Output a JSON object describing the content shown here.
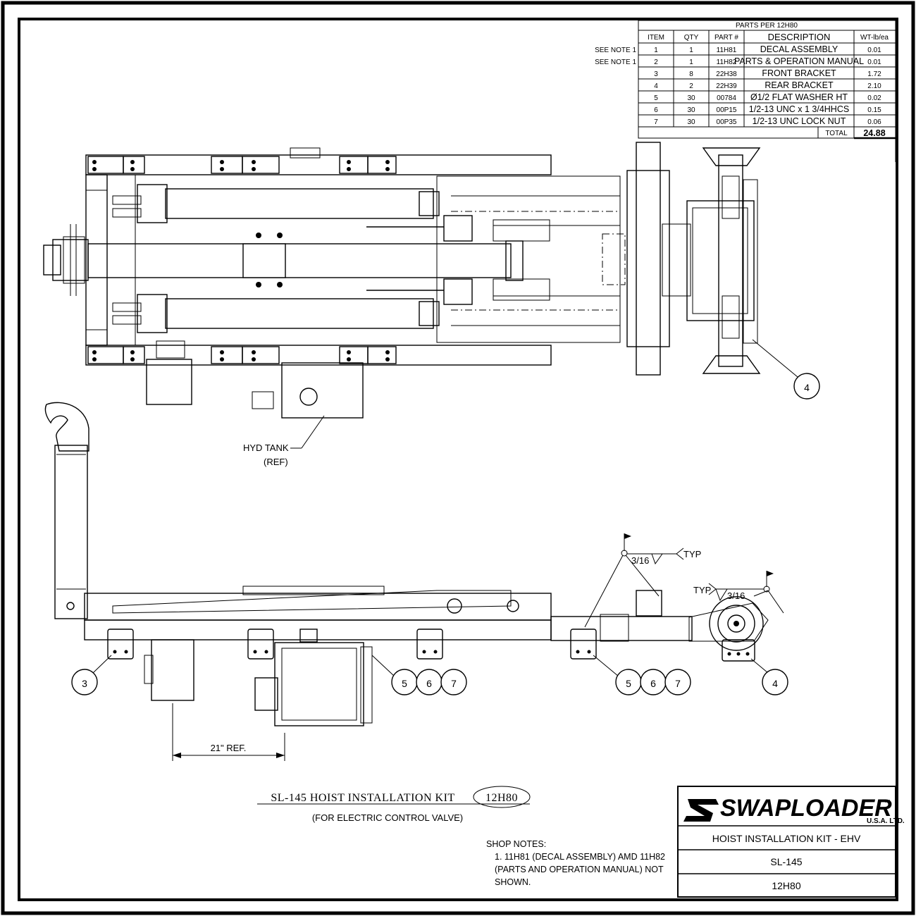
{
  "parts_table": {
    "title": "PARTS PER 12H80",
    "headers": [
      "ITEM",
      "QTY",
      "PART #",
      "DESCRIPTION",
      "WT-lb/ea"
    ],
    "side_notes": [
      "SEE NOTE 1",
      "SEE NOTE 1",
      "",
      "",
      "",
      "",
      ""
    ],
    "rows": [
      [
        "1",
        "1",
        "11H81",
        "DECAL ASSEMBLY",
        "0.01"
      ],
      [
        "2",
        "1",
        "11H82",
        "PARTS & OPERATION MANUAL",
        "0.01"
      ],
      [
        "3",
        "8",
        "22H38",
        "FRONT BRACKET",
        "1.72"
      ],
      [
        "4",
        "2",
        "22H39",
        "REAR BRACKET",
        "2.10"
      ],
      [
        "5",
        "30",
        "00784",
        "Ø1/2 FLAT WASHER HT",
        "0.02"
      ],
      [
        "6",
        "30",
        "00P15",
        "1/2-13 UNC x 1 3/4HHCS",
        "0.15"
      ],
      [
        "7",
        "30",
        "00P35",
        "1/2-13 UNC LOCK NUT",
        "0.06"
      ]
    ],
    "total_label": "TOTAL",
    "total_value": "24.88"
  },
  "callouts": {
    "item4_top": "4",
    "item3": "3",
    "group_left": [
      "5",
      "6",
      "7"
    ],
    "group_right": [
      "5",
      "6",
      "7"
    ],
    "item4_side": "4"
  },
  "labels": {
    "hyd_tank_line1": "HYD TANK",
    "hyd_tank_line2": "(REF)",
    "dimension": "21\" REF.",
    "weld_size_left": "3/16",
    "weld_size_right": "3/16",
    "weld_typ_left": "TYP",
    "weld_typ_right": "TYP"
  },
  "drawing_title": {
    "main": "SL-145 HOIST INSTALLATION KIT",
    "code": "12H80",
    "sub": "(FOR ELECTRIC CONTROL VALVE)"
  },
  "shop_notes": {
    "heading": "SHOP NOTES:",
    "lines": [
      "1. 11H81 (DECAL ASSEMBLY) AMD 11H82",
      "(PARTS AND OPERATION MANUAL) NOT",
      "SHOWN."
    ]
  },
  "title_block": {
    "brand": "SWAPLOADER",
    "brand_tm": "™",
    "brand_sub": "U.S.A. LTD.",
    "row1": "HOIST INSTALLATION KIT - EHV",
    "row2": "SL-145",
    "row3": "12H80"
  }
}
